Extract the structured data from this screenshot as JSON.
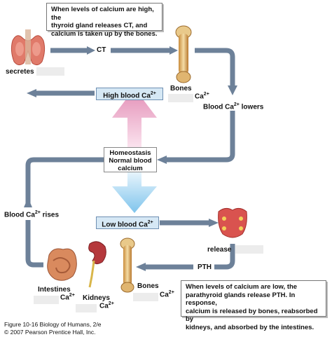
{
  "top_note": {
    "line1": "When levels of calcium are high, the",
    "line2": "thyroid gland releases CT, and",
    "line3": "calcium is taken up by the bones."
  },
  "bottom_note": {
    "line1": "When levels of calcium are low, the",
    "line2": "parathyroid glands release PTH. In response,",
    "line3": "calcium is released by bones, reabsorbed by",
    "line4": "kidneys, and absorbed by the intestines."
  },
  "labels": {
    "secretes": "secretes",
    "ct": "CT",
    "bones_top": "Bones",
    "ca_top": "Ca",
    "blood_ca_lowers_pre": "Blood Ca",
    "blood_ca_lowers_post": " lowers",
    "high_blood_pre": "High blood Ca",
    "homeostasis_title": "Homeostasis",
    "homeostasis_line2": "Normal blood",
    "homeostasis_line3": "calcium",
    "blood_ca_rises_pre": "Blood Ca",
    "blood_ca_rises_post": " rises",
    "low_blood_pre": "Low blood Ca",
    "release": "release",
    "pth": "PTH",
    "intestines": "Intestines",
    "ca_intestines": "Ca",
    "kidneys": "Kidneys",
    "ca_kidneys": "Ca",
    "bones_bottom": "Bones",
    "ca_bones_bottom": "Ca",
    "sup_2plus": "2+"
  },
  "caption": {
    "line1": "Figure 10-16  Biology of Humans, 2/e",
    "line2": "© 2007 Pearson Prentice Hall, Inc."
  },
  "colors": {
    "arrow": "#6d8199",
    "pink": "#e38fb6",
    "blue": "#7fc4ec",
    "pill_fill": "#d6e8f5",
    "organ_red": "#d9534f",
    "bone": "#e8c98a"
  }
}
